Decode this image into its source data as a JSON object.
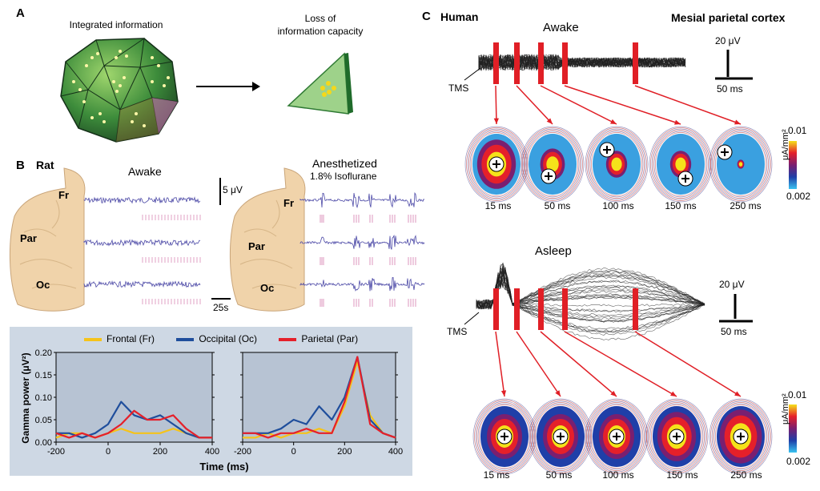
{
  "panel_a": {
    "label": "A",
    "left_caption": "Integrated information",
    "right_caption_line1": "Loss of",
    "right_caption_line2": "information capacity"
  },
  "panel_b": {
    "label": "B",
    "species": "Rat",
    "awake_title": "Awake",
    "anesth_title": "Anesthetized",
    "anesth_sub": "1.8% Isoflurane",
    "scale_uv": "5 μV",
    "scale_time": "25s",
    "regions": {
      "fr": "Fr",
      "par": "Par",
      "oc": "Oc"
    }
  },
  "panel_c": {
    "label": "C",
    "species": "Human",
    "region": "Mesial parietal cortex",
    "awake_title": "Awake",
    "asleep_title": "Asleep",
    "tms": "TMS",
    "scale_uv": "20 μV",
    "scale_ms": "50 ms",
    "times": [
      "15 ms",
      "50 ms",
      "100 ms",
      "150 ms",
      "250 ms"
    ],
    "colorbar_max": "0.01",
    "colorbar_min": "0.002",
    "colorbar_unit": "μA/mm²"
  },
  "chart_data": {
    "type": "line",
    "xlabel": "Time (ms)",
    "ylabel": "Gamma power (μV²)",
    "xlim": [
      -200,
      400
    ],
    "ylim": [
      0,
      0.2
    ],
    "xticks": [
      "-200",
      "0",
      "200",
      "400"
    ],
    "yticks": [
      "0.00",
      "0.05",
      "0.10",
      "0.15",
      "0.20"
    ],
    "legend": [
      {
        "name": "Frontal (Fr)",
        "color": "#f5c31a"
      },
      {
        "name": "Occipital (Oc)",
        "color": "#1f4e9c"
      },
      {
        "name": "Parietal (Par)",
        "color": "#e5202a"
      }
    ],
    "panels": [
      {
        "x": [
          -200,
          -150,
          -100,
          -50,
          0,
          50,
          100,
          150,
          200,
          250,
          300,
          350,
          400
        ],
        "series": [
          {
            "name": "Frontal (Fr)",
            "color": "#f5c31a",
            "values": [
              0.01,
              0.02,
              0.02,
              0.01,
              0.02,
              0.03,
              0.02,
              0.02,
              0.02,
              0.03,
              0.02,
              0.01,
              0.01
            ]
          },
          {
            "name": "Occipital (Oc)",
            "color": "#1f4e9c",
            "values": [
              0.02,
              0.02,
              0.01,
              0.02,
              0.04,
              0.09,
              0.06,
              0.05,
              0.06,
              0.04,
              0.02,
              0.01,
              0.01
            ]
          },
          {
            "name": "Parietal (Par)",
            "color": "#e5202a",
            "values": [
              0.02,
              0.01,
              0.02,
              0.01,
              0.02,
              0.04,
              0.07,
              0.05,
              0.05,
              0.06,
              0.03,
              0.01,
              0.01
            ]
          }
        ]
      },
      {
        "x": [
          -200,
          -150,
          -100,
          -50,
          0,
          50,
          100,
          150,
          200,
          250,
          300,
          350,
          400
        ],
        "series": [
          {
            "name": "Frontal (Fr)",
            "color": "#f5c31a",
            "values": [
              0.01,
              0.01,
              0.02,
              0.01,
              0.02,
              0.02,
              0.03,
              0.02,
              0.08,
              0.18,
              0.06,
              0.02,
              0.01
            ]
          },
          {
            "name": "Occipital (Oc)",
            "color": "#1f4e9c",
            "values": [
              0.02,
              0.02,
              0.02,
              0.03,
              0.05,
              0.04,
              0.08,
              0.05,
              0.1,
              0.19,
              0.05,
              0.02,
              0.01
            ]
          },
          {
            "name": "Parietal (Par)",
            "color": "#e5202a",
            "values": [
              0.02,
              0.02,
              0.01,
              0.02,
              0.02,
              0.03,
              0.02,
              0.02,
              0.09,
              0.19,
              0.04,
              0.02,
              0.01
            ]
          }
        ]
      }
    ]
  }
}
